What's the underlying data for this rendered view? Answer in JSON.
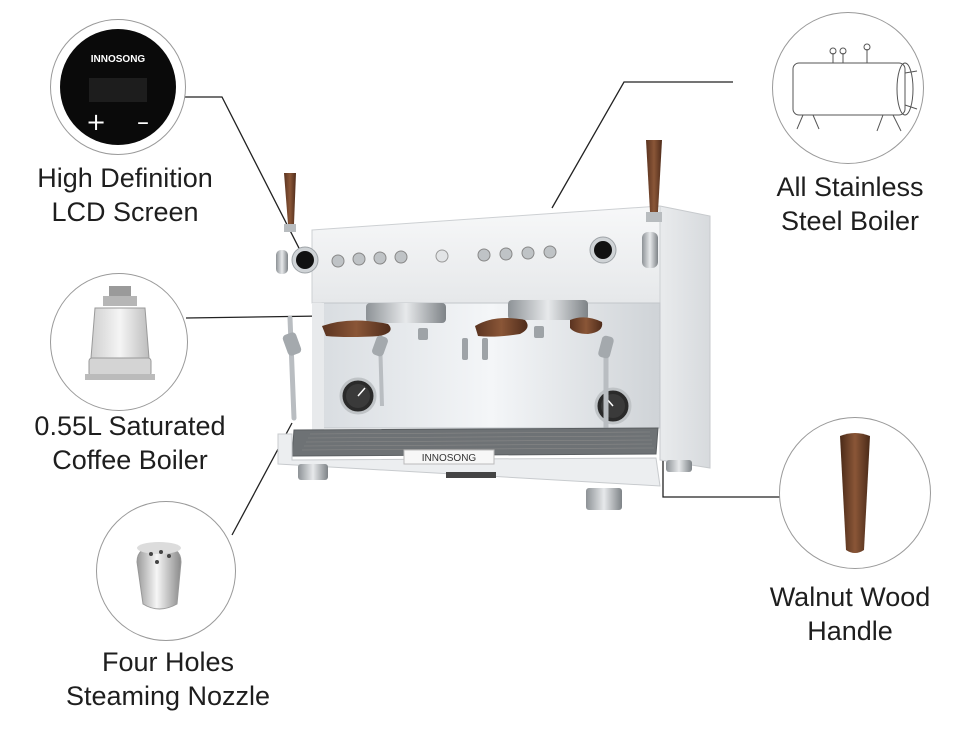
{
  "callouts": {
    "lcd": {
      "line1": "High Definition",
      "line2": "LCD Screen",
      "screen_brand": "INNOSONG",
      "plus": "+",
      "minus": "–"
    },
    "boiler_steel": {
      "line1": "All Stainless",
      "line2": "Steel Boiler"
    },
    "coffee_boiler": {
      "line1": "0.55L Saturated",
      "line2": "Coffee Boiler"
    },
    "nozzle": {
      "line1": "Four Holes",
      "line2": "Steaming Nozzle"
    },
    "handle": {
      "line1": "Walnut Wood",
      "line2": "Handle"
    }
  },
  "machine": {
    "brand_plate": "INNOSONG"
  },
  "colors": {
    "walnut": "#6b3f26",
    "steel": "#c8ccd0",
    "body": "#f2f3f4",
    "lcd_bg": "#0a0a0a"
  }
}
